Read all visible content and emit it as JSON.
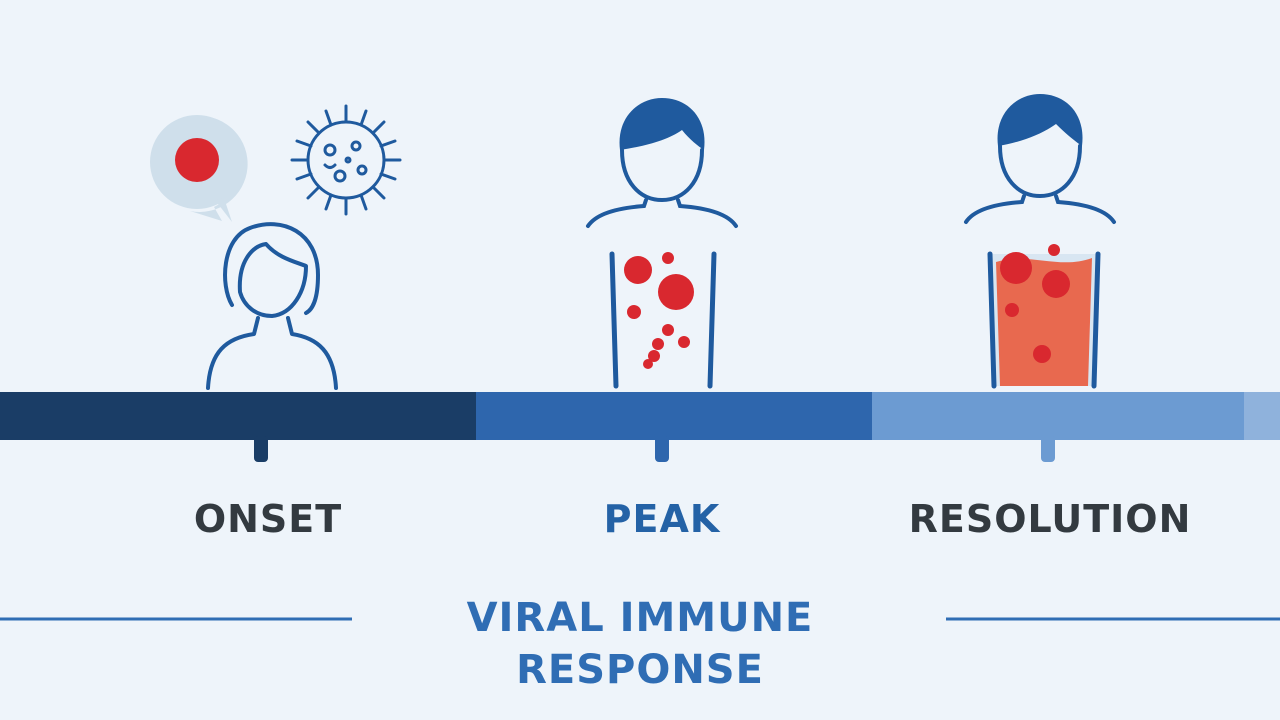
{
  "title": "VIRAL IMMUNE RESPONSE",
  "stages": [
    {
      "label": "ONSET",
      "color": "#333a40"
    },
    {
      "label": "PEAK",
      "color": "#2462a6"
    },
    {
      "label": "RESOLUTION",
      "color": "#333a40"
    }
  ],
  "colors": {
    "background": "#eef4fa",
    "title": "#2f6db4",
    "line_art": "#1f5a9e",
    "bar_dark": "#1a3d66",
    "bar_mid": "#2e66ad",
    "bar_light": "#6c9bd2",
    "virus_red": "#d9282f",
    "fill_red": "#e8694f"
  },
  "icons": [
    "speech-bubble-icon",
    "virus-icon",
    "person-icon",
    "cup-icon"
  ]
}
